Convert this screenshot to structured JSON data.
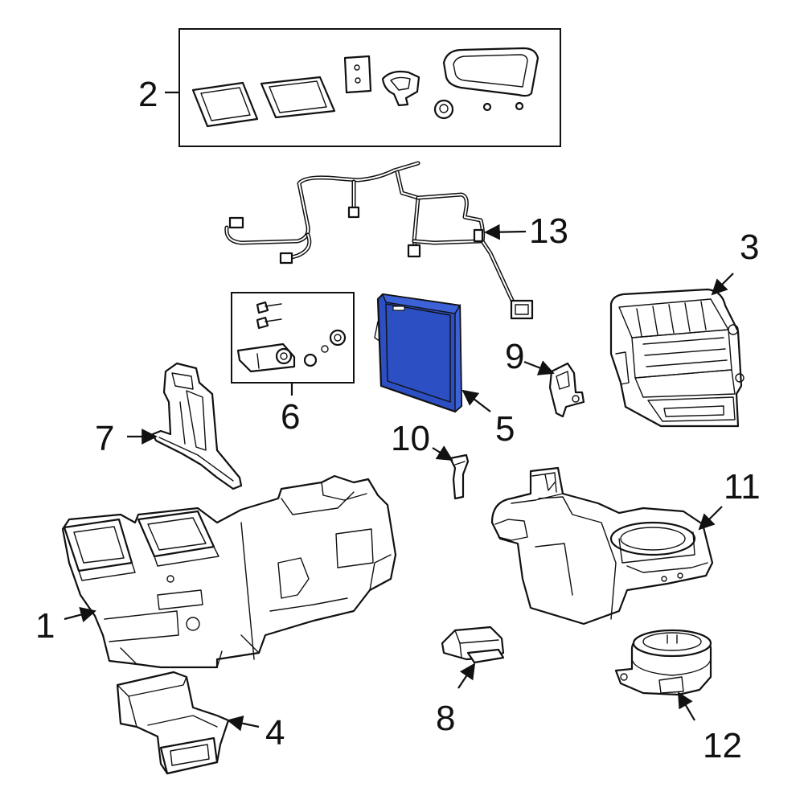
{
  "diagram": {
    "highlight_color": "#2c4fc4",
    "callouts": [
      {
        "id": "1",
        "label": "1"
      },
      {
        "id": "2",
        "label": "2"
      },
      {
        "id": "3",
        "label": "3"
      },
      {
        "id": "4",
        "label": "4"
      },
      {
        "id": "5",
        "label": "5"
      },
      {
        "id": "6",
        "label": "6"
      },
      {
        "id": "7",
        "label": "7"
      },
      {
        "id": "8",
        "label": "8"
      },
      {
        "id": "9",
        "label": "9"
      },
      {
        "id": "10",
        "label": "10"
      },
      {
        "id": "11",
        "label": "11"
      },
      {
        "id": "12",
        "label": "12"
      },
      {
        "id": "13",
        "label": "13"
      }
    ],
    "highlighted_part": "5"
  }
}
